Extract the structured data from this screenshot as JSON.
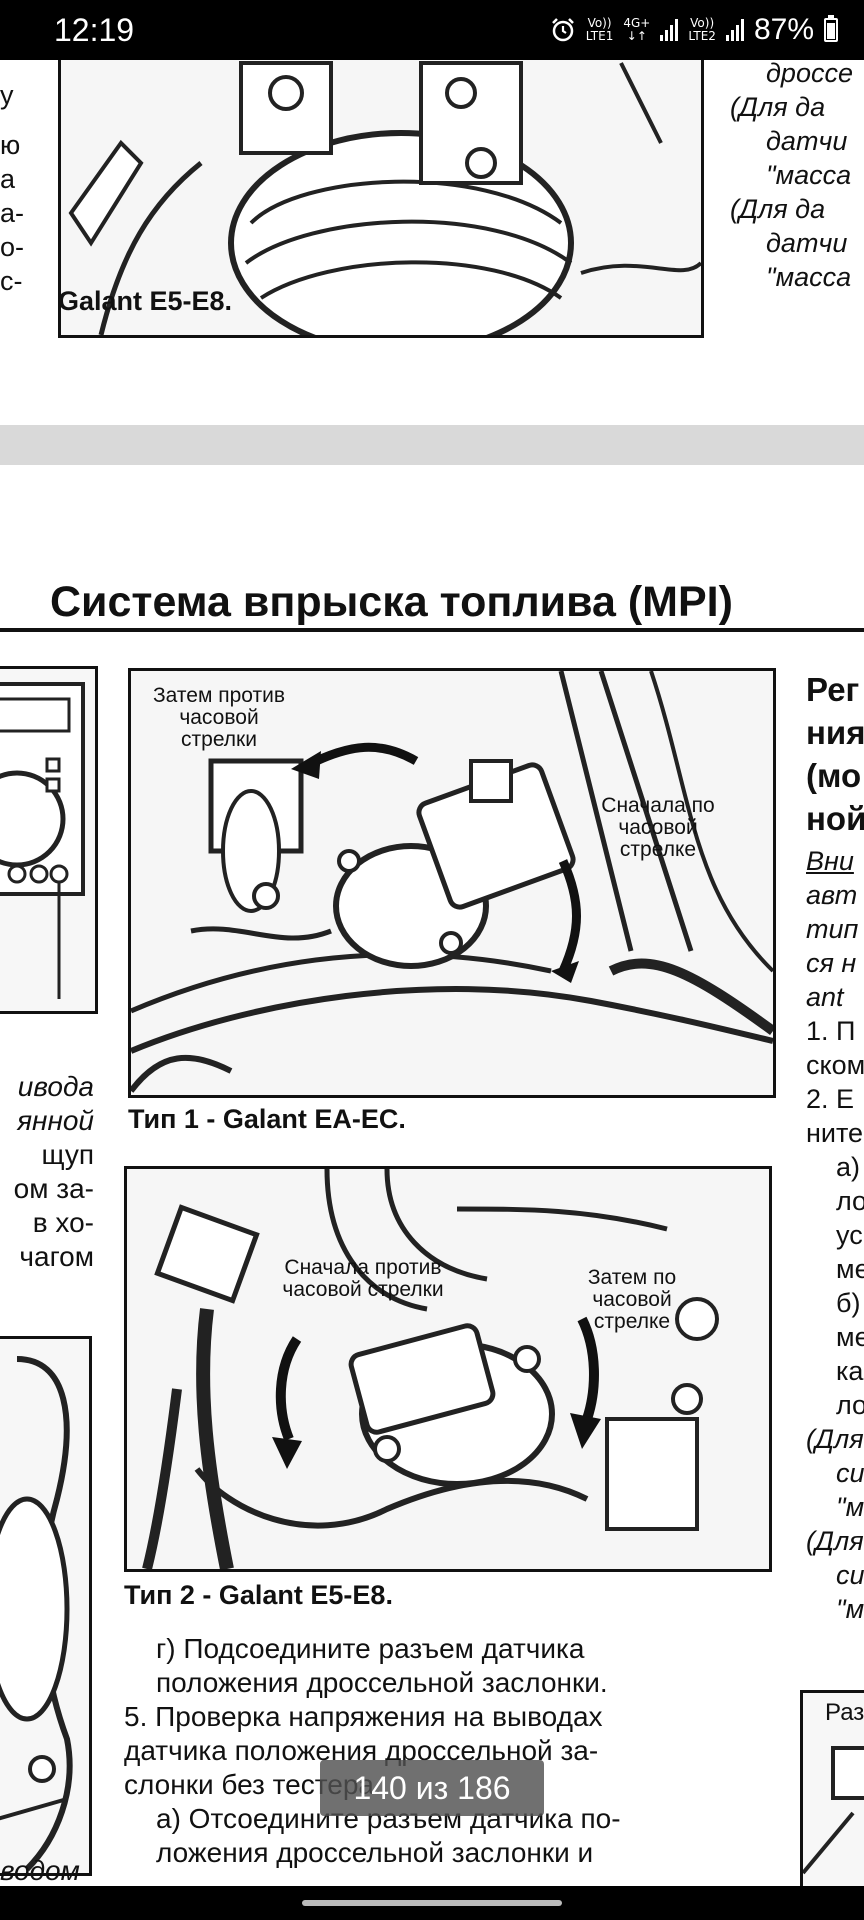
{
  "status_bar": {
    "time": "12:19",
    "sim1_top": "Vo))",
    "sim1_bottom": "LTE1",
    "net_top": "4G+",
    "net_bottom": "↓↑",
    "sim2_top": "Vo))",
    "sim2_bottom": "LTE2",
    "battery": "87%",
    "battery_level": 0.87
  },
  "top_page": {
    "caption": "Galant E5-E8.",
    "left_fragments": [
      "у",
      "ю",
      "а",
      "а-",
      "о-",
      "с-"
    ],
    "right_fragments": [
      "дроссе",
      "(Для да",
      "датчи",
      "\"масса",
      "(Для да",
      "датчи",
      "\"масса"
    ]
  },
  "main_page": {
    "heading": "Система впрыска топлива (MPI)",
    "figure1": {
      "label_then": "Затем против часовой стрелки",
      "label_first": "Сначала по часовой стрелке",
      "caption": "Тип 1 - Galant EA-EC."
    },
    "figure2": {
      "label_first": "Сначала против часовой стрелки",
      "label_then": "Затем по часовой стрелке",
      "caption": "Тип 2 - Galant E5-E8."
    },
    "body_lines": [
      "г) Подсоедините разъем датчика",
      "положения дроссельной заслонки.",
      "5. Проверка напряжения на выводах",
      "датчика положения дроссельной за-",
      "слонки без тестера.",
      "а) Отсоедините разъем датчика по-",
      "ложения дроссельной заслонки и"
    ],
    "left_fragments_1": [
      "ивода",
      "янной",
      "щуп",
      "ом за-",
      "в хо-",
      "чагом"
    ],
    "left_fragment_bottom": "водом",
    "right_heading_fragments": [
      "Рег",
      "ния",
      "(мо",
      "ной"
    ],
    "right_fragments": [
      "Вни",
      "авт",
      "тип",
      "ся н",
      "ant",
      "1. П",
      "ском",
      "2. Е",
      "ните",
      "а)",
      "ло",
      "ус",
      "ме",
      "б)",
      "ме",
      "ка",
      "ло",
      "(Для",
      "си",
      "\"м",
      "(Для",
      "си",
      "\"м",
      "Раз"
    ]
  },
  "page_indicator": "140 из 186"
}
